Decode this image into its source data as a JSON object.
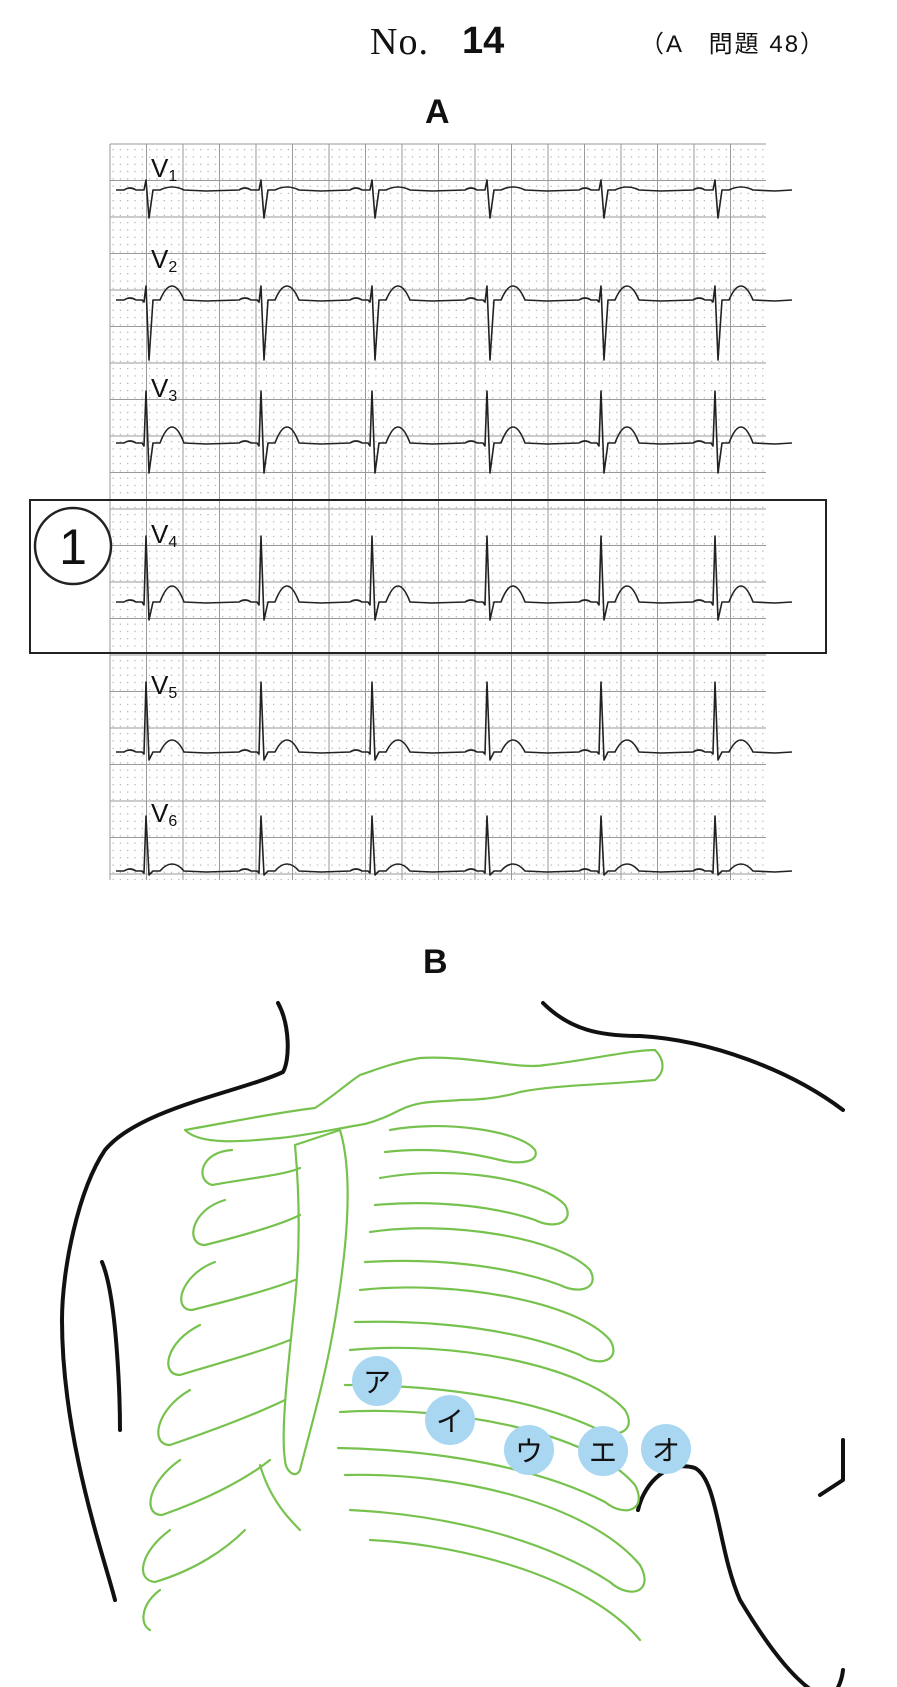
{
  "header": {
    "number_prefix": "No.",
    "number": "14",
    "reference": "（A　問題 48）"
  },
  "panel_a": {
    "label": "A",
    "leads": [
      {
        "id": "V1",
        "letter": "V",
        "sub": "1"
      },
      {
        "id": "V2",
        "letter": "V",
        "sub": "2"
      },
      {
        "id": "V3",
        "letter": "V",
        "sub": "3"
      },
      {
        "id": "V4",
        "letter": "V",
        "sub": "4"
      },
      {
        "id": "V5",
        "letter": "V",
        "sub": "5"
      },
      {
        "id": "V6",
        "letter": "V",
        "sub": "6"
      }
    ],
    "highlight": {
      "mark": "1",
      "lead": "V4"
    }
  },
  "panel_b": {
    "label": "B",
    "electrodes": [
      "ア",
      "イ",
      "ウ",
      "エ",
      "オ"
    ]
  },
  "colors": {
    "ecg_grid": "#9a9a9a",
    "ecg_trace": "#222222",
    "rib_outline": "#77c24e",
    "body_outline": "#111111",
    "electrode_fill": "#a9d7f2"
  }
}
